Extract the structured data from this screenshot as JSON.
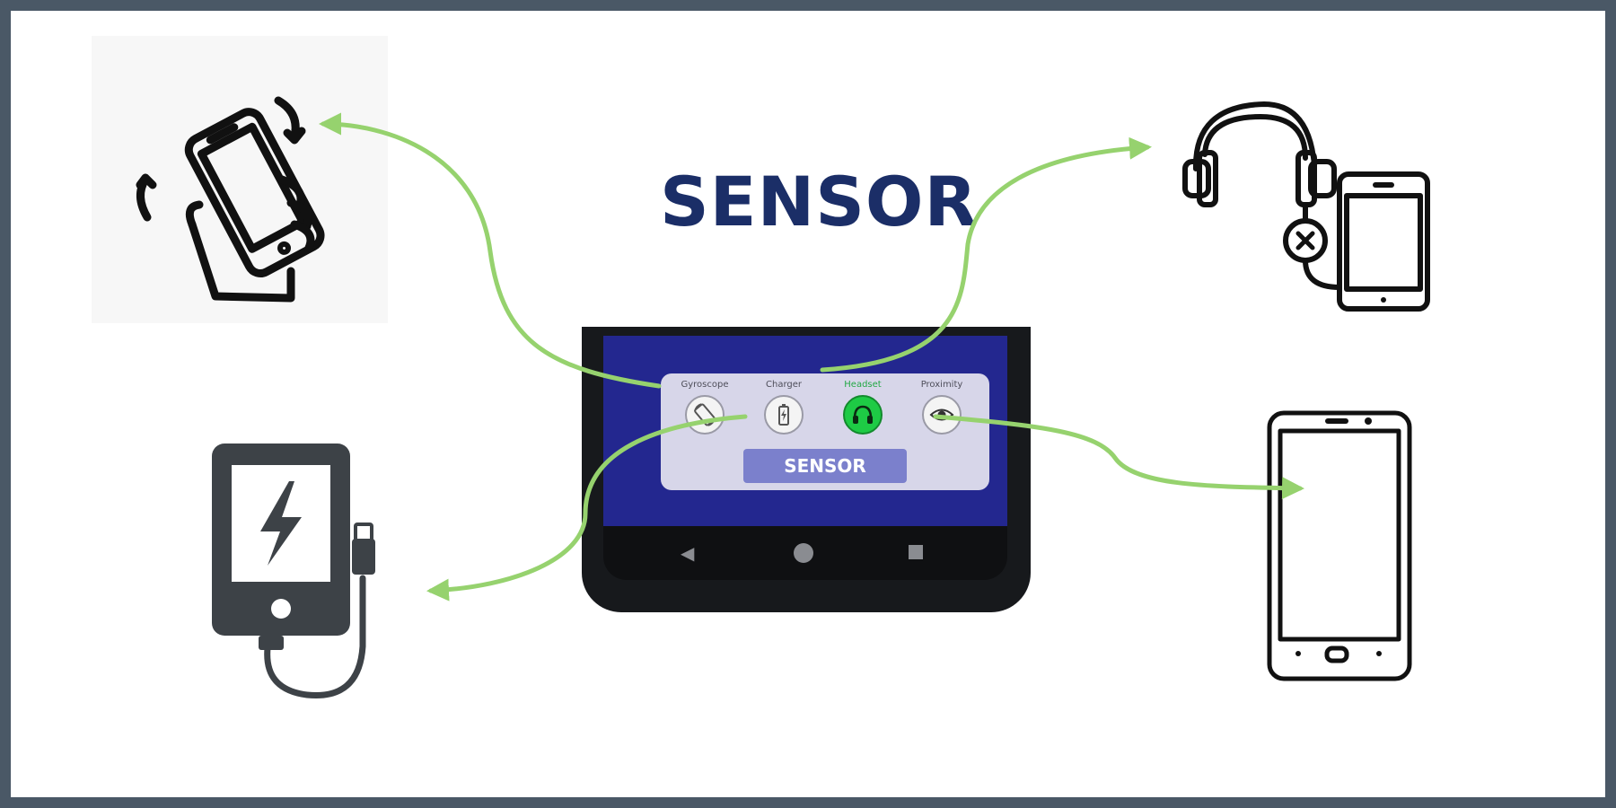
{
  "title": "SENSOR",
  "phone": {
    "sensors": [
      {
        "label": "Gyroscope",
        "icon": "screen-rotation-icon",
        "active": false
      },
      {
        "label": "Charger",
        "icon": "battery-charging-icon",
        "active": false
      },
      {
        "label": "Headset",
        "icon": "headphones-icon",
        "active": true
      },
      {
        "label": "Proximity",
        "icon": "eye-icon",
        "active": false
      }
    ],
    "button_label": "SENSOR",
    "nav": {
      "back": "◀"
    }
  },
  "illustrations": [
    "hand-rotating-phone-icon",
    "phone-charging-icon",
    "headphones-unplugged-phone-icon",
    "smartphone-icon"
  ],
  "colors": {
    "title": "#1b2e67",
    "arrow": "#96d26e",
    "phone_screen": "#23278f",
    "panel": "#d7d6e9",
    "button": "#7b80cc",
    "active_toggle": "#1ecb45",
    "frame": "#4a5866"
  }
}
